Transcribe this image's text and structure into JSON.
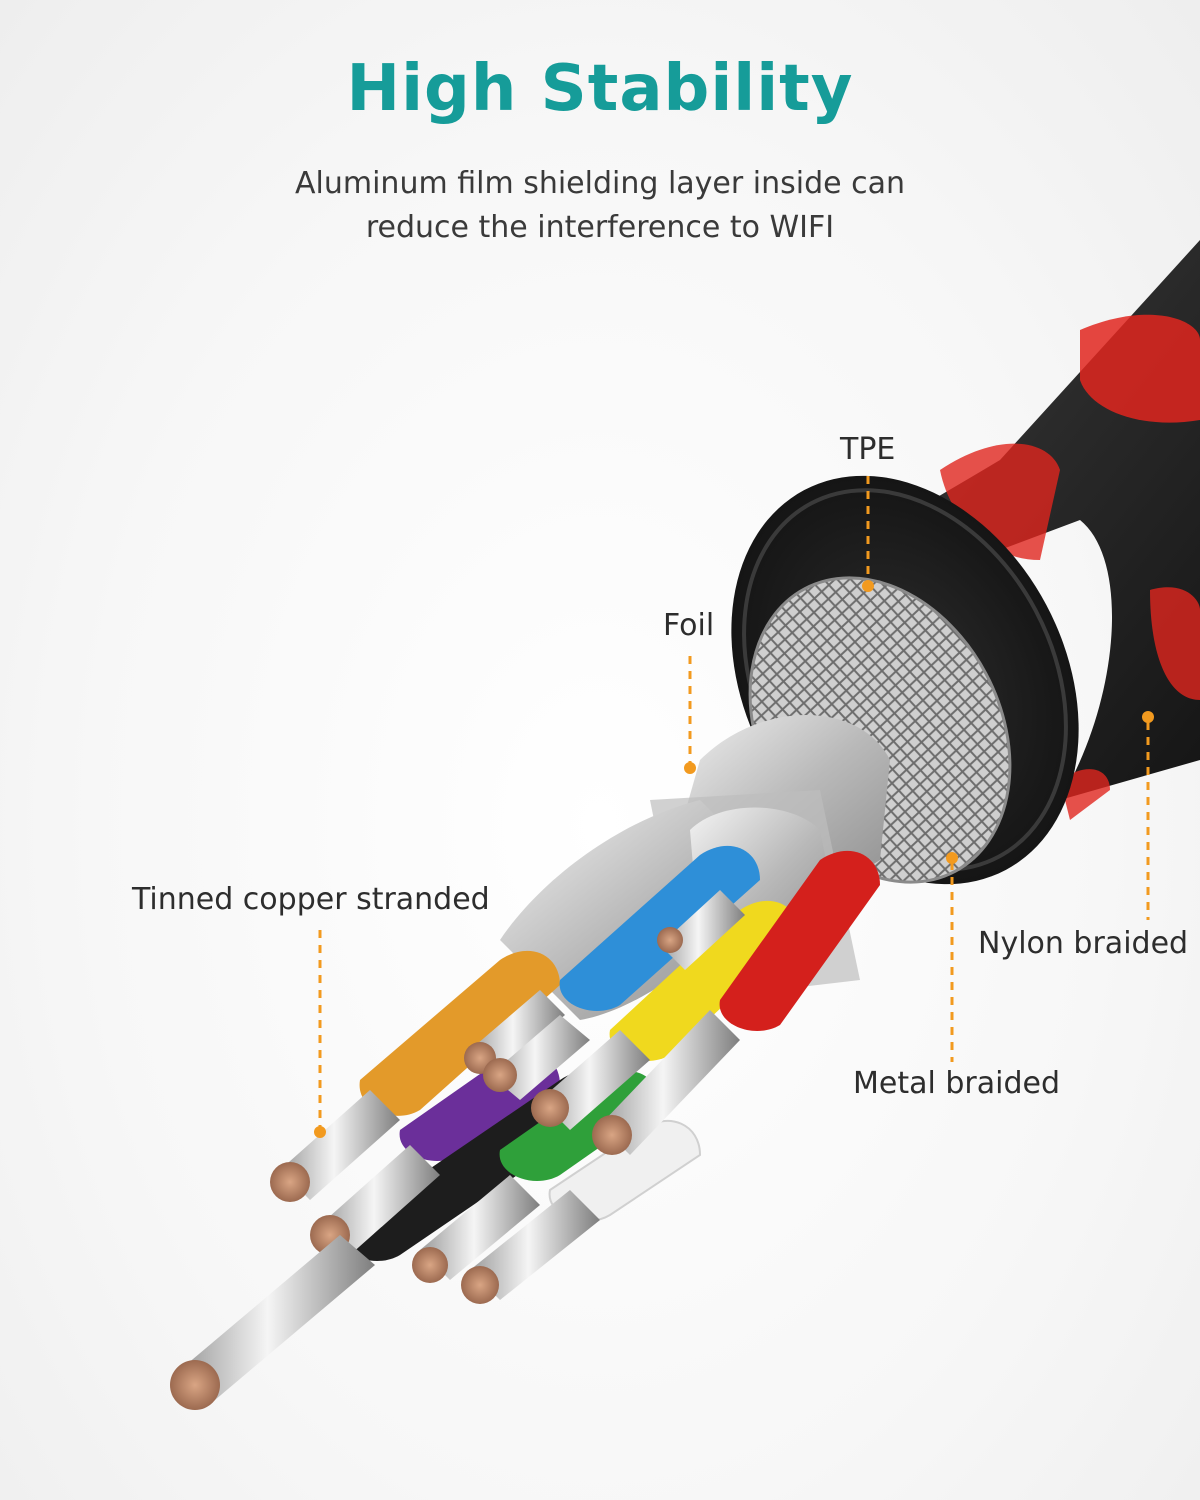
{
  "headline": "High Stability",
  "subtitle": {
    "line1": "Aluminum film shielding layer inside can",
    "line2": "reduce the interference to WIFI"
  },
  "labels": {
    "tpe": "TPE",
    "foil": "Foil",
    "tinned_copper": "Tinned copper stranded",
    "nylon_braided": "Nylon braided",
    "metal_braided": "Metal braided"
  },
  "colors": {
    "headline": "#169c99",
    "leader": "#f29a1f",
    "jacket_red": "#e0261e",
    "jacket_dark": "#2a2a2a",
    "wire_orange": "#e39a2a",
    "wire_blue": "#2e8fd8",
    "wire_yellow": "#f0d91e",
    "wire_red": "#d4201c",
    "wire_purple": "#6b2f9a",
    "wire_black": "#1d1d1d",
    "wire_green": "#2fa03a",
    "wire_white": "#f0f0f0"
  }
}
